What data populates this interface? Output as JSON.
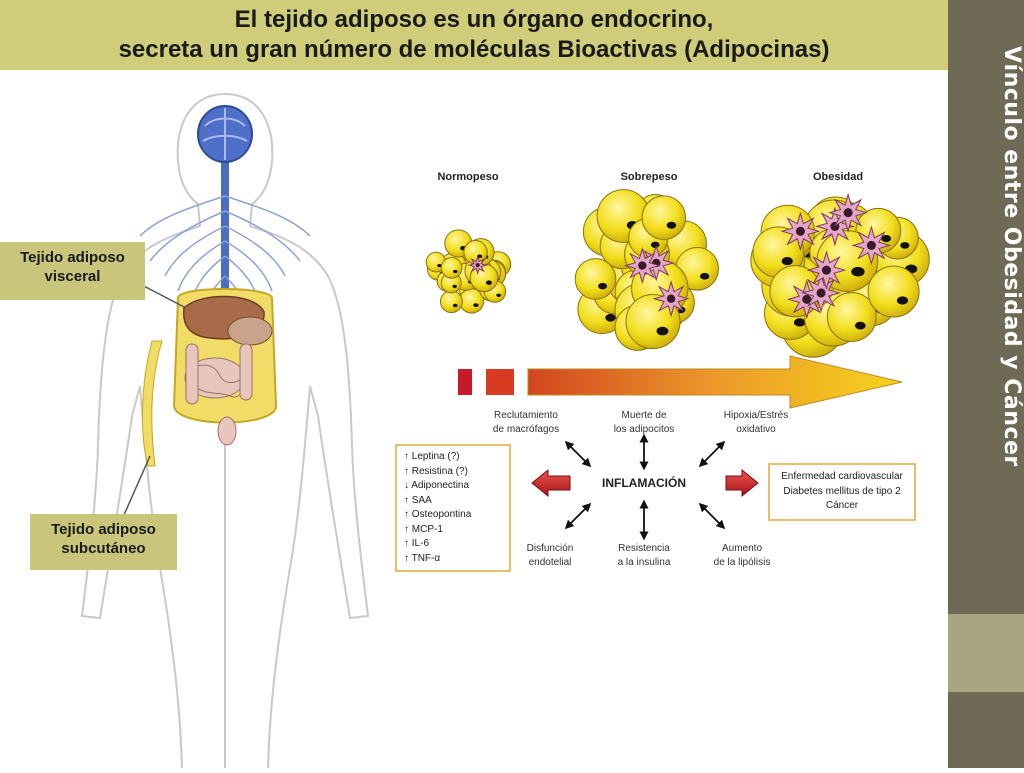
{
  "slide": {
    "title_line1": "El tejido adiposo es un órgano endocrino,",
    "title_line2": "secreta un gran número de moléculas  Bioactivas (Adipocinas)",
    "side_title": "Vínculo  entre Obesidad y  Cáncer"
  },
  "labels": {
    "visceral": [
      "Tejido adiposo",
      "visceral"
    ],
    "subcutaneous": [
      "Tejido adiposo",
      "subcutáneo"
    ]
  },
  "stages": [
    "Normopeso",
    "Sobrepeso",
    "Obesidad"
  ],
  "center_label": "INFLAMACIÓN",
  "processes": {
    "top": [
      [
        "Reclutamiento",
        "de macrófagos"
      ],
      [
        "Muerte de",
        "los adipocitos"
      ],
      [
        "Hipoxia/Estrés",
        "oxidativo"
      ]
    ],
    "bottom": [
      [
        "Disfunción",
        "endotelial"
      ],
      [
        "Resistencia",
        "a la insulina"
      ],
      [
        "Aumento",
        "de la lipólisis"
      ]
    ]
  },
  "adipokines": [
    "↑ Leptina (?)",
    "↑ Resistina (?)",
    "↓ Adiponectina",
    "↑ SAA",
    "↑ Osteopontina",
    "↑ MCP-1",
    "↑ IL-6",
    "↑ TNF-α"
  ],
  "outcomes": [
    "Enfermedad cardiovascular",
    "Diabetes mellitus de tipo 2",
    "Cáncer"
  ],
  "colors": {
    "title_band": "#cfcc7a",
    "side_panel": "#6e6a55",
    "label_box": "#c9c57a",
    "adipocyte": "#f4e21c",
    "macrophage": "#e4a6c8",
    "arrow_start": "#c0202a",
    "arrow_end": "#f2c61c"
  }
}
